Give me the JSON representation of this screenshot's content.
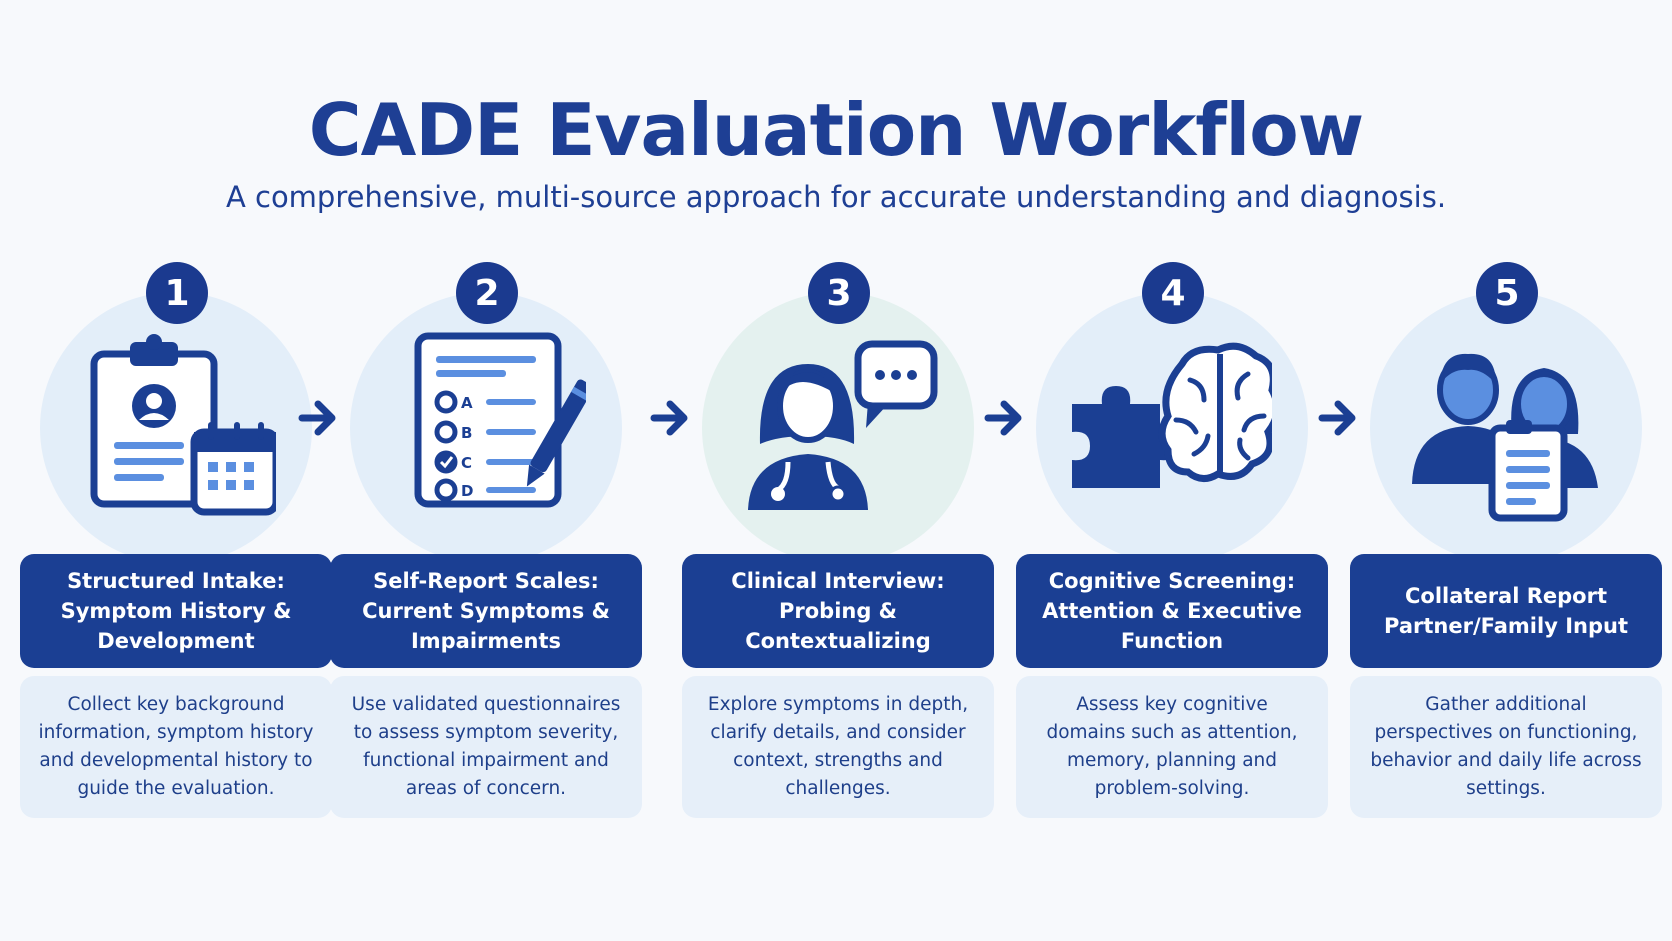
{
  "title": "CADE Evaluation Workflow",
  "subtitle": "A comprehensive, multi-source approach for accurate understanding  and diagnosis.",
  "colors": {
    "primary": "#1b3f93",
    "light": "#e6eff9",
    "accent": "#5b8fe0"
  },
  "steps": [
    {
      "number": "1",
      "icon": "clipboard-calendar-icon",
      "heading": "Structured Intake: Symptom History & Development",
      "description": "Collect key background information, symptom history and developmental history to guide the evaluation."
    },
    {
      "number": "2",
      "icon": "questionnaire-pencil-icon",
      "heading": "Self-Report Scales: Current Symptoms & Impairments",
      "description": "Use validated questionnaires to assess symptom severity, functional impairment and areas of concern."
    },
    {
      "number": "3",
      "icon": "clinician-chat-icon",
      "heading": "Clinical Interview: Probing & Contextualizing",
      "description": "Explore symptoms in depth, clarify details, and consider context, strengths and challenges."
    },
    {
      "number": "4",
      "icon": "puzzle-brain-icon",
      "heading": "Cognitive Screening: Attention & Executive Function",
      "description": "Assess key cognitive domains such as attention, memory, planning and problem-solving."
    },
    {
      "number": "5",
      "icon": "family-report-icon",
      "heading": "Collateral Report Partner/Family Input",
      "description": "Gather additional perspectives on functioning, behavior and daily life across settings."
    }
  ]
}
